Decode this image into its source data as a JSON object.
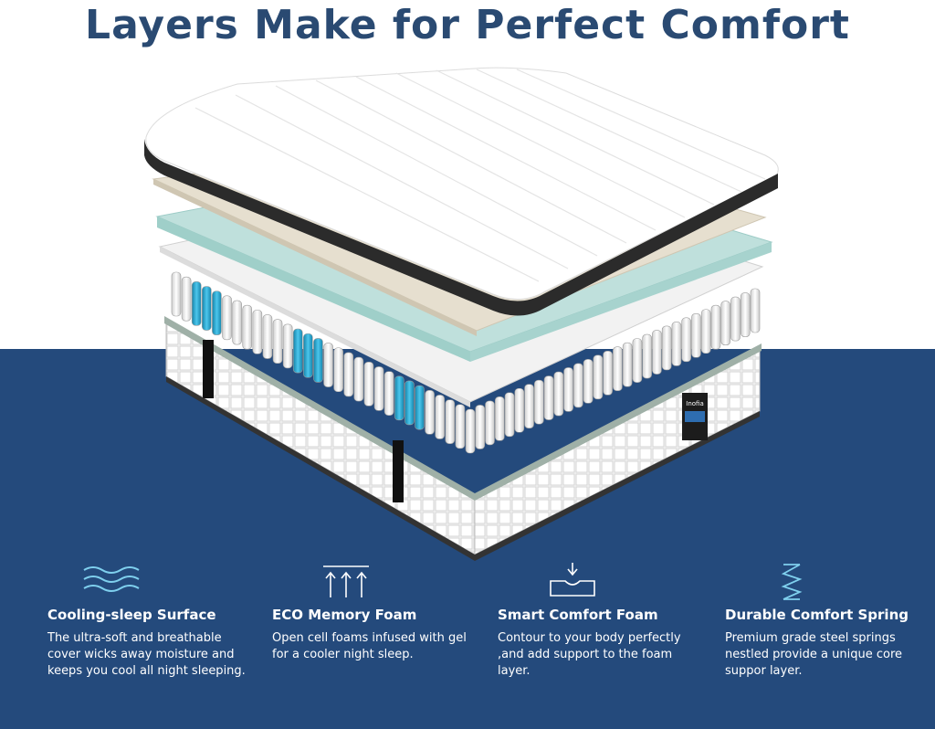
{
  "title": "Layers Make for Perfect Comfort",
  "brand": {
    "label": "Inofia"
  },
  "colors": {
    "navy": "#244a7c",
    "title": "#2a4a72",
    "teal": "#1fa3c8",
    "icon": "#7fd0ee"
  },
  "features": [
    {
      "icon": "waves-icon",
      "title": "Cooling-sleep Surface",
      "desc": "The ultra-soft and breathable cover wicks away moisture and keeps you cool all night sleeping."
    },
    {
      "icon": "arrows-up-icon",
      "title": "ECO Memory Foam",
      "desc": "Open cell foams infused with gel for a cooler night sleep."
    },
    {
      "icon": "foam-press-icon",
      "title": "Smart Comfort Foam",
      "desc": "Contour to your body perfectly ,and add support to the foam layer."
    },
    {
      "icon": "spring-icon",
      "title": "Durable Comfort Spring",
      "desc": "Premium grade steel springs nestled provide a unique core suppor layer."
    }
  ]
}
